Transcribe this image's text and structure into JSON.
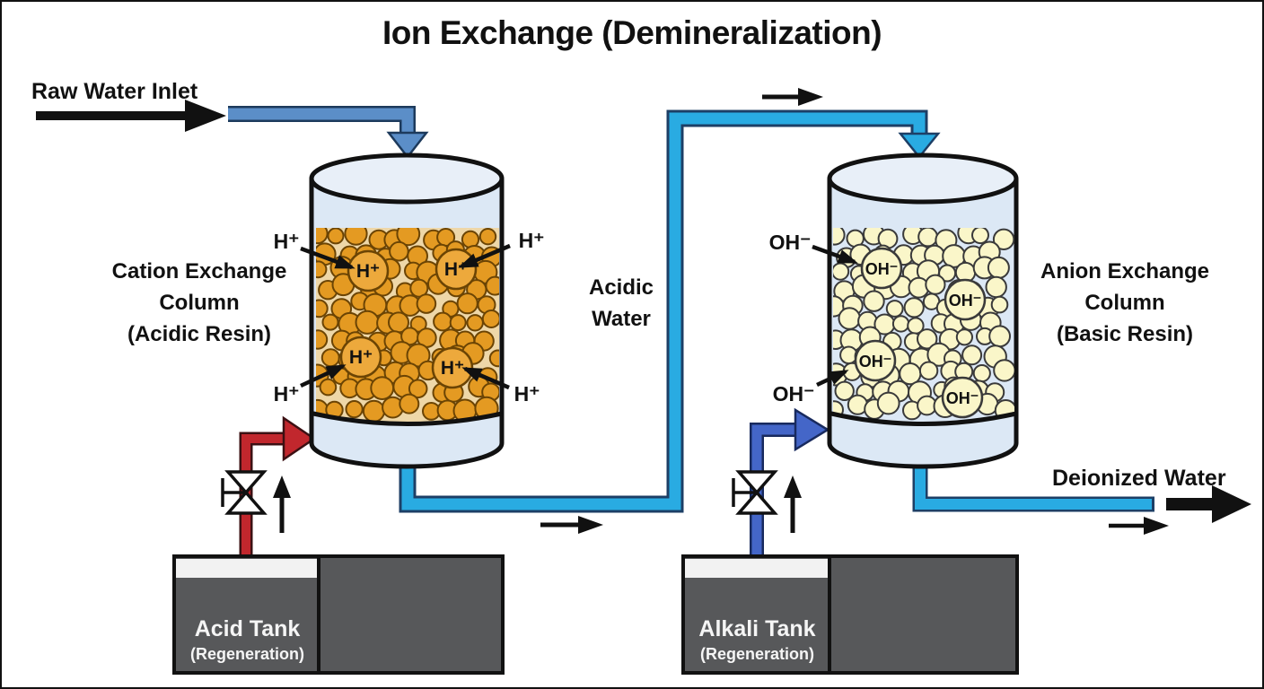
{
  "title": "Ion Exchange (Demineralization)",
  "inlet": {
    "label": "Raw Water Inlet"
  },
  "cation_column": {
    "line1": "Cation Exchange",
    "line2": "Column",
    "line3": "(Acidic Resin)",
    "ion": "H⁺"
  },
  "middle_stream": {
    "line1": "Acidic",
    "line2": "Water"
  },
  "anion_column": {
    "line1": "Anion Exchange",
    "line2": "Column",
    "line3": "(Basic Resin)",
    "ion": "OH⁻"
  },
  "outlet": {
    "label": "Deionized Water"
  },
  "acid_tank": {
    "name": "Acid Tank",
    "sub": "(Regeneration)"
  },
  "alkali_tank": {
    "name": "Alkali Tank",
    "sub": "(Regeneration)"
  },
  "colors": {
    "raw_water_pipe": "#5b8ec8",
    "raw_water_pipe_outline": "#1d3a5c",
    "acidic_water_pipe": "#29abe2",
    "acidic_water_pipe_outline": "#1d3f66",
    "acid_pipe": "#c1272d",
    "acid_pipe_outline": "#3c1013",
    "alkali_pipe": "#4466c8",
    "alkali_pipe_outline": "#182a5e",
    "cation_bead": "#e49a22",
    "cation_bead_large": "#eda93c",
    "cation_bead_outline": "#6b4404",
    "cation_backing": "#eed7a8",
    "anion_bead": "#faf6c9",
    "anion_bead_outline": "#3a3a3a",
    "column_fill": "#dce8f5",
    "column_lid": "#e8eff8",
    "tank_fill": "#57585a",
    "tank_strip": "#f2f2f2",
    "arrow_black": "#111111"
  }
}
